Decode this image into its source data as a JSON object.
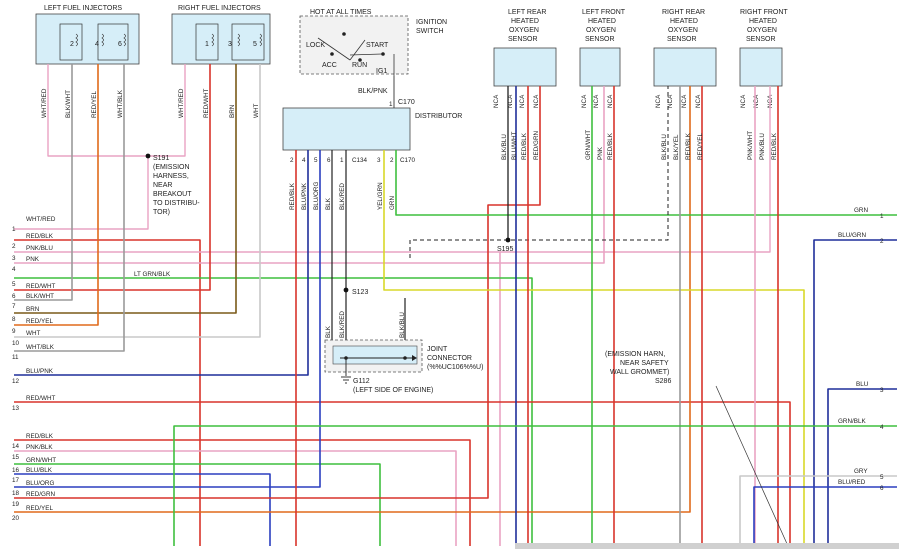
{
  "components": {
    "left_injectors": "LEFT FUEL INJECTORS",
    "right_injectors": "RIGHT FUEL INJECTORS",
    "hot": "HOT AT ALL TIMES",
    "ign1": "IGNITION",
    "ign2": "SWITCH",
    "lock": "LOCK",
    "acc": "ACC",
    "start": "START",
    "run": "RUN",
    "ig1": "IG1",
    "blkpnk": "BLK/PNK",
    "c170a": "C170",
    "distributor": "DISTRIBUTOR",
    "c134": "C134",
    "c170b": "C170",
    "o2_lr": [
      "LEFT REAR",
      "HEATED",
      "OXYGEN",
      "SENSOR"
    ],
    "o2_lf": [
      "LEFT FRONT",
      "HEATED",
      "OXYGEN",
      "SENSOR"
    ],
    "o2_rr": [
      "RIGHT REAR",
      "HEATED",
      "OXYGEN",
      "SENSOR"
    ],
    "o2_rf": [
      "RIGHT FRONT",
      "HEATED",
      "OXYGEN",
      "SENSOR"
    ],
    "nca": "NCA",
    "s191": [
      "S191",
      "(EMISSION",
      "HARNESS,",
      "NEAR",
      "BREAKOUT",
      "TO DISTRIBU-",
      "TOR)"
    ],
    "s195": "S195",
    "s123": "S123",
    "joint": [
      "JOINT",
      "CONNECTOR",
      "(%%UC106%%U)"
    ],
    "g112": [
      "G112",
      "(LEFT SIDE OF ENGINE)"
    ],
    "s286": [
      "(EMISSION HARN,",
      "NEAR SAFETY",
      "WALL GROMMET)",
      "S286"
    ]
  },
  "pins": {
    "inj_left": [
      "2",
      "4",
      "6"
    ],
    "inj_right": [
      "1",
      "3",
      "5"
    ],
    "dist": [
      "2",
      "4",
      "5",
      "6",
      "1",
      "3",
      "2",
      "1"
    ]
  },
  "vertical_labels": {
    "inj_left": [
      "WHT/RED",
      "BLK/WHT",
      "RED/YEL",
      "WHT/BLK"
    ],
    "inj_right": [
      "WHT/RED",
      "RED/WHT",
      "BRN",
      "WHT"
    ],
    "dist": [
      "RED/BLK",
      "BLU/PNK",
      "BLU/ORG",
      "BLK",
      "BLK/RED",
      "YEL/GRN",
      "GRN"
    ],
    "o2_lr": [
      "BLK/BLU",
      "BLU/WHT",
      "RED/BLK",
      "RED/GRN"
    ],
    "o2_lf": [
      "GRN/WHT",
      "PNK",
      "RED/BLK"
    ],
    "o2_rr": [
      "BLK/BLU",
      "BLK/YEL",
      "RED/BLK",
      "RED/YEL"
    ],
    "o2_rf": [
      "PNK/WHT",
      "PNK/BLU",
      "RED/BLK"
    ],
    "joint": [
      "BLK",
      "BLK/RED",
      "BLK/BLU"
    ]
  },
  "left_rows": [
    {
      "num": "1",
      "label": "WHT/RED"
    },
    {
      "num": "2",
      "label": "RED/BLK"
    },
    {
      "num": "3",
      "label": "PNK/BLU"
    },
    {
      "num": "4",
      "label": "PNK"
    },
    {
      "num": "5",
      "label": "LT GRN/BLK"
    },
    {
      "num": "6",
      "label": "RED/WHT"
    },
    {
      "num": "7",
      "label": "BLK/WHT"
    },
    {
      "num": "8",
      "label": "BRN"
    },
    {
      "num": "9",
      "label": "RED/YEL"
    },
    {
      "num": "10",
      "label": "WHT"
    },
    {
      "num": "11",
      "label": "WHT/BLK"
    },
    {
      "num": "12",
      "label": "BLU/PNK"
    },
    {
      "num": "13",
      "label": "RED/WHT"
    },
    {
      "num": "14",
      "label": "RED/BLK"
    },
    {
      "num": "15",
      "label": "PNK/BLK"
    },
    {
      "num": "16",
      "label": "GRN/WHT"
    },
    {
      "num": "17",
      "label": "BLU/BLK"
    },
    {
      "num": "18",
      "label": "BLU/ORG"
    },
    {
      "num": "19",
      "label": "RED/GRN"
    },
    {
      "num": "20",
      "label": "RED/YEL"
    }
  ],
  "right_rows": [
    {
      "num": "1",
      "label": "GRN"
    },
    {
      "num": "2",
      "label": "BLU/GRN"
    },
    {
      "num": "3",
      "label": "BLU"
    },
    {
      "num": "4",
      "label": "GRN/BLK"
    },
    {
      "num": "5",
      "label": "GRY"
    },
    {
      "num": "6",
      "label": "BLU/RED"
    }
  ],
  "colors": {
    "red": "#d9342b",
    "pink": "#e9a3c3",
    "green": "#3fbf3f",
    "blue": "#2b3fbf",
    "navy": "#1f2f9a",
    "yellow": "#d8d82a",
    "brown": "#7a5a18",
    "gray": "#9a9a9a",
    "black": "#222222",
    "orange": "#e06a1c",
    "lightgray": "#c8c8c8"
  }
}
